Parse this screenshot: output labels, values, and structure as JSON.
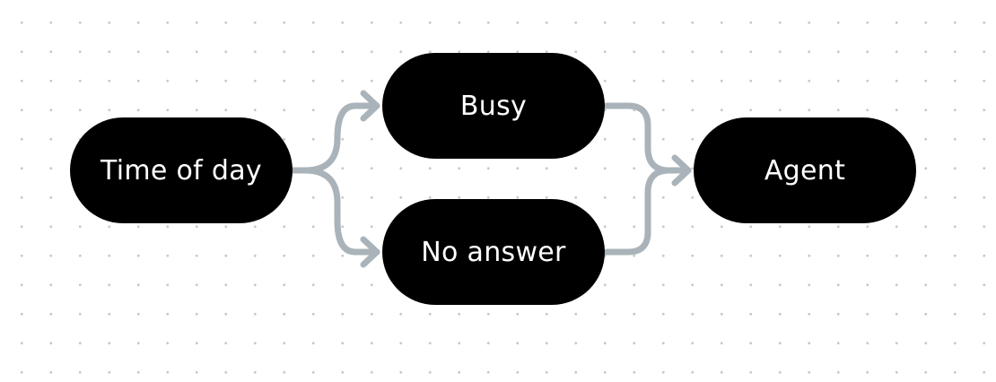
{
  "diagram": {
    "nodes": {
      "time_of_day": "Time of day",
      "busy": "Busy",
      "no_answer": "No answer",
      "agent": "Agent"
    },
    "edges": [
      {
        "from": "time_of_day",
        "to": "busy"
      },
      {
        "from": "time_of_day",
        "to": "no_answer"
      },
      {
        "from": "busy",
        "to": "agent"
      },
      {
        "from": "no_answer",
        "to": "agent"
      }
    ],
    "colors": {
      "node_fill": "#000000",
      "node_text": "#ffffff",
      "connector": "#a9b3b9",
      "dot_grid": "#c4c8cc"
    }
  }
}
